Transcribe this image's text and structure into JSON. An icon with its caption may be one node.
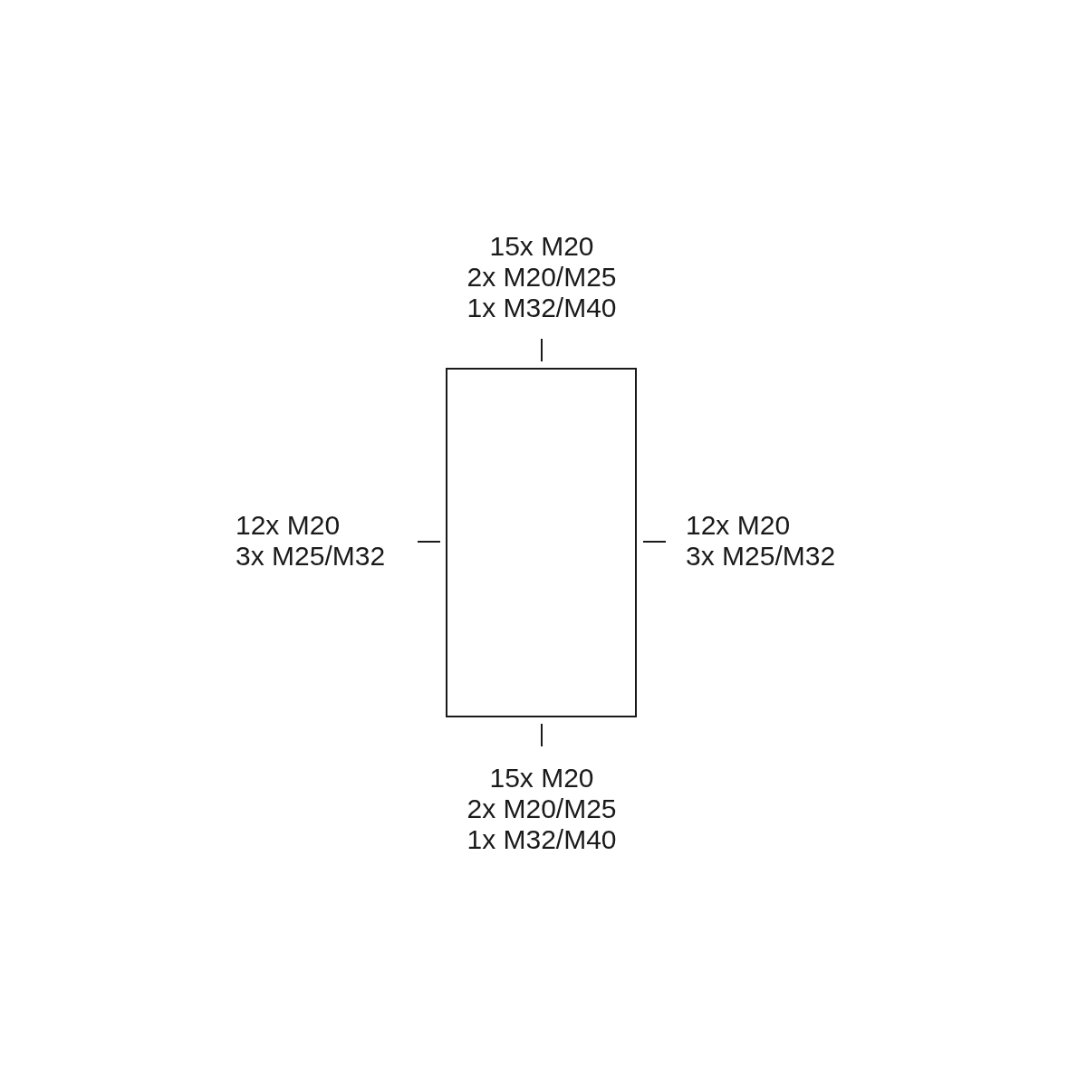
{
  "diagram": {
    "nodes": [
      {
        "text": [],
        "shape": "box"
      }
    ],
    "labels": [
      "15x M20",
      "2x M20/M25",
      "1x M32/M40",
      "12x M20",
      "3x M25/M32",
      "12x M20",
      "3x M25/M32",
      "15x M20",
      "2x M20/M25",
      "1x M32/M40"
    ]
  }
}
